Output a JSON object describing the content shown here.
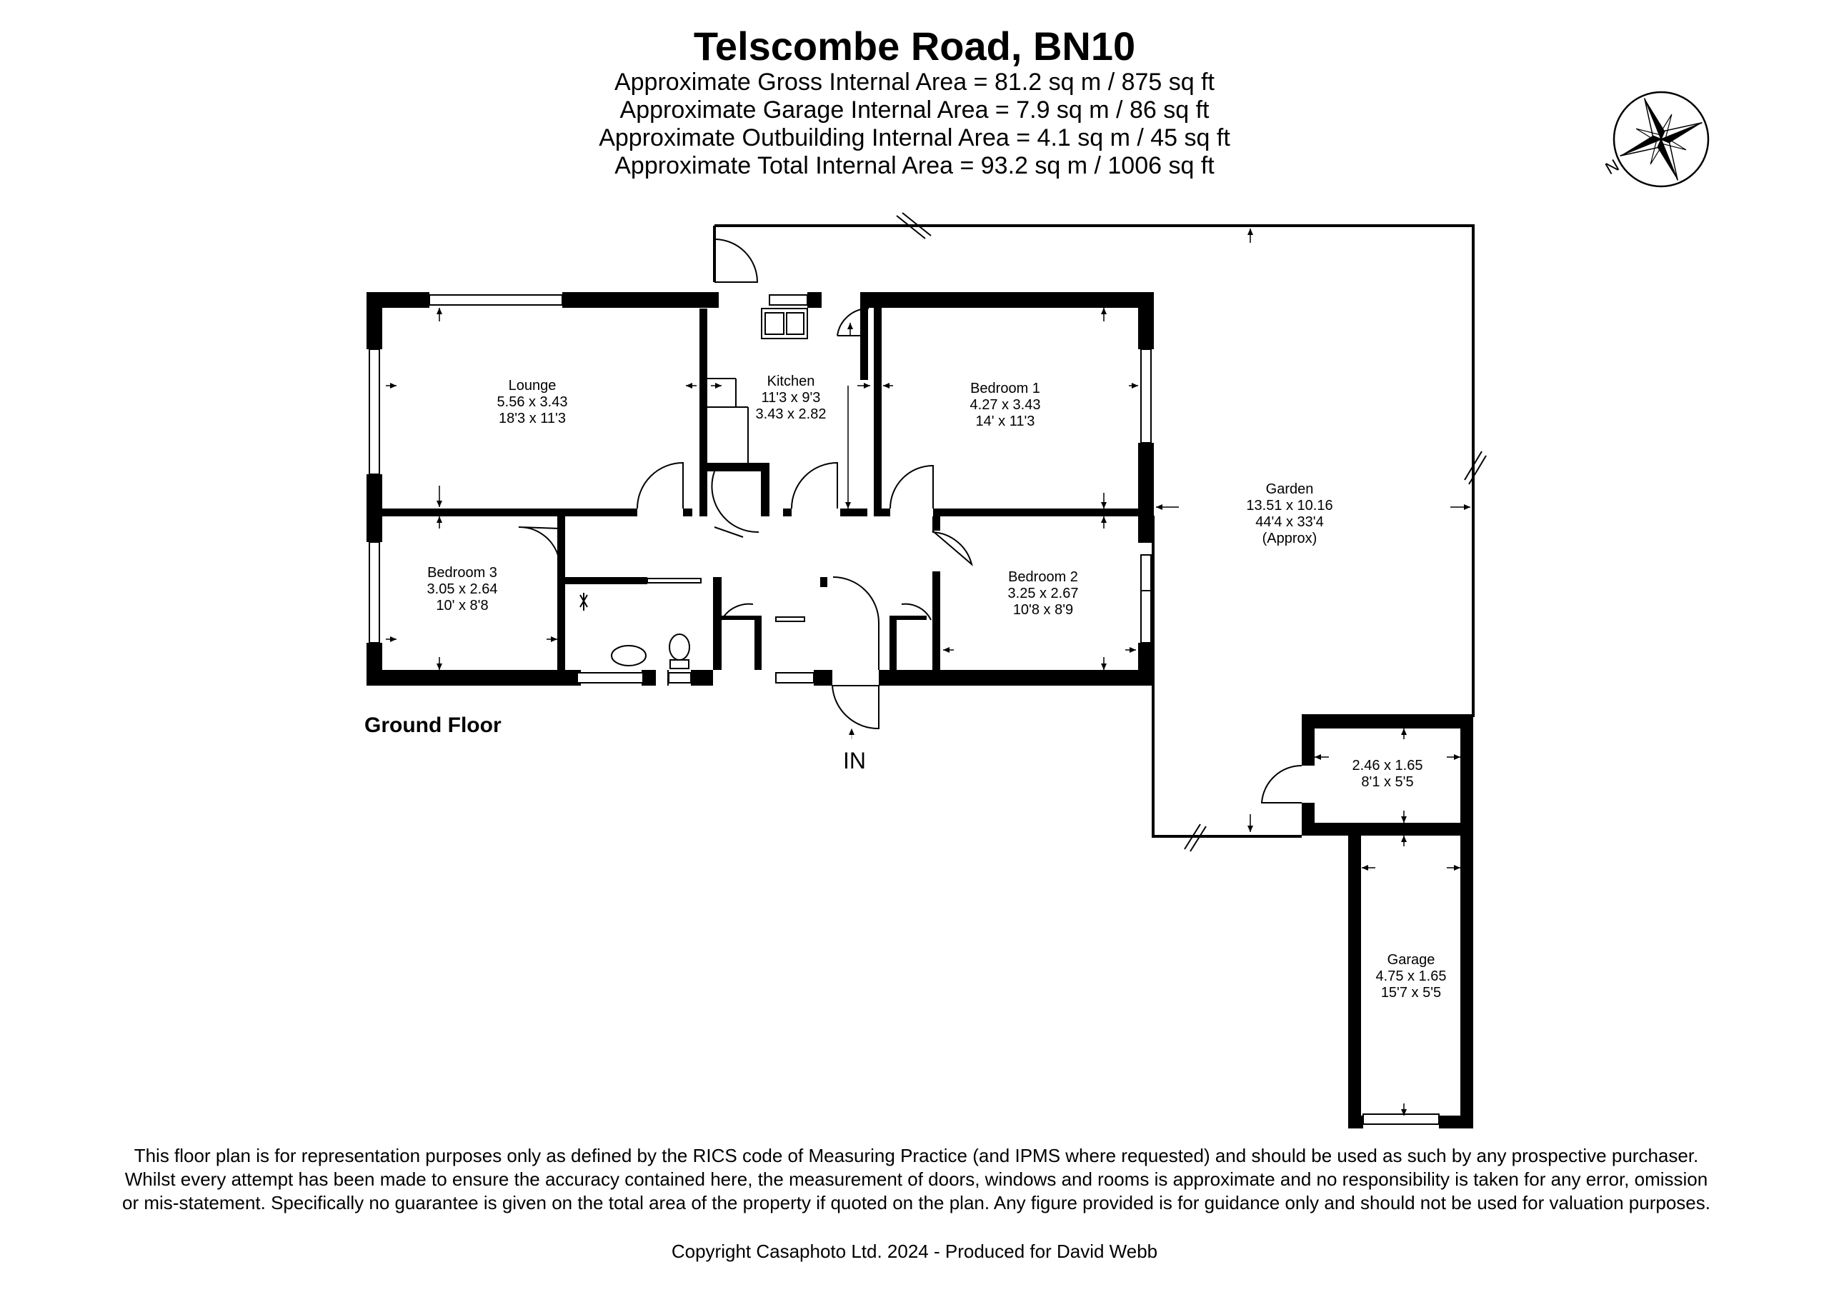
{
  "header": {
    "title": "Telscombe Road, BN10",
    "areas": [
      "Approximate Gross Internal Area = 81.2 sq m / 875 sq ft",
      "Approximate Garage Internal Area = 7.9 sq m / 86 sq ft",
      "Approximate Outbuilding Internal Area = 4.1 sq m / 45 sq ft",
      "Approximate Total Internal Area = 93.2 sq m / 1006 sq ft"
    ]
  },
  "compass": {
    "label": "N"
  },
  "rooms": {
    "lounge": [
      "Lounge",
      "5.56 x 3.43",
      "18'3 x 11'3"
    ],
    "kitchen": [
      "Kitchen",
      "11'3 x 9'3",
      "3.43 x 2.82"
    ],
    "bedroom1": [
      "Bedroom 1",
      "4.27 x 3.43",
      "14' x 11'3"
    ],
    "bedroom3": [
      "Bedroom 3",
      "3.05 x 2.64",
      "10' x 8'8"
    ],
    "bedroom2": [
      "Bedroom 2",
      "3.25 x 2.67",
      "10'8 x 8'9"
    ],
    "garden": [
      "Garden",
      "13.51 x 10.16",
      "44'4 x 33'4",
      "(Approx)"
    ],
    "outbuilding": [
      "2.46 x 1.65",
      "8'1 x 5'5"
    ],
    "garage": [
      "Garage",
      "4.75 x 1.65",
      "15'7 x 5'5"
    ]
  },
  "floor_label": "Ground Floor",
  "entrance_label": "IN",
  "disclaimer": "This floor plan is for representation purposes only as defined by the RICS code of Measuring Practice (and IPMS where requested) and should be used as such by any prospective purchaser. Whilst every attempt has been made to ensure the accuracy contained here, the measurement of doors, windows and rooms is approximate and no responsibility is taken for any error, omission or mis-statement. Specifically no guarantee is given on the total area of the property if quoted on the plan. Any figure provided is for guidance only and should not be used for valuation purposes.",
  "copyright": "Copyright Casaphoto Ltd. 2024 - Produced for David Webb"
}
